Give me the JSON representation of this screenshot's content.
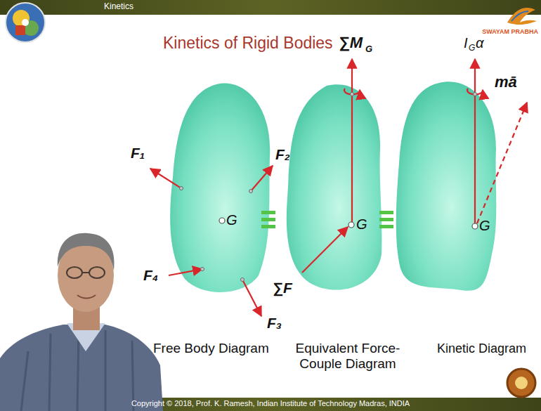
{
  "diagram": {
    "title": "Kinetics of Rigid Bodies",
    "nodes": [
      {
        "text": [
          "G"
        ]
      },
      {
        "text": [
          "G"
        ]
      },
      {
        "text": [
          "G"
        ]
      }
    ],
    "labels": [
      "Kinetics",
      "SWAYAM PRABHA",
      "F₁",
      "F₂",
      "F₄",
      "F₃",
      "∑M",
      "G",
      "∑F",
      "I",
      "G",
      "α",
      "mā",
      "Free Body Diagram",
      "Equivalent Force-Couple Diagram",
      "Kinetic Diagram",
      "Copyright © 2018, Prof. K. Ramesh, Indian Institute of Technology Madras, INDIA"
    ]
  }
}
